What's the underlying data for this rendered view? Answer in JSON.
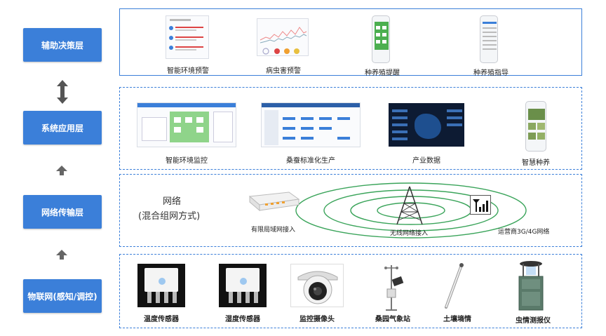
{
  "layers": {
    "decision": "辅助决策层",
    "application": "系统应用层",
    "network": "网络传输层",
    "iot": "物联网(感知/调控)"
  },
  "decision_items": [
    "智能环境预警",
    "病虫害预警",
    "种养殖提醒",
    "种养殖指导"
  ],
  "application_items": [
    "智能环境监控",
    "桑蚕标准化生产",
    "产业数据",
    "智慧种养"
  ],
  "network": {
    "title_line1": "网络",
    "title_line2": "(混合组网方式)",
    "wired": "有限局域网接入",
    "wireless": "无线网络接入",
    "carrier": "运营商3G/4G网络"
  },
  "iot_items": [
    "温度传感器",
    "湿度传感器",
    "监控摄像头",
    "桑园气象站",
    "土壤墒情",
    "虫情测报仪"
  ],
  "colors": {
    "accent": "#3b7fd9",
    "ring": "#3aa45a"
  }
}
